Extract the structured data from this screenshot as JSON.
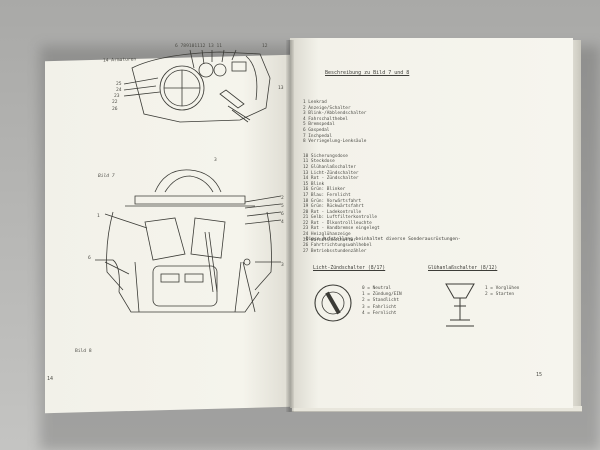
{
  "left_page": {
    "header": "14  Armaturen",
    "caption_top": "Bild 7",
    "caption_bottom": "Bild 8",
    "page_number": "14",
    "callouts_top_left": [
      "25",
      "24",
      "23",
      "22",
      "26"
    ],
    "callouts_top_row": "6 789101112 13 11",
    "callout_12": "12",
    "callout_13": "13",
    "callouts_bild8_right": [
      "2",
      "5",
      "6",
      "4",
      "3"
    ],
    "callout_top_3": "3",
    "callout_left_1": "1",
    "callout_left_6": "6"
  },
  "right_page": {
    "heading": "Beschreibung zu Bild 7 und 8",
    "legend": [
      "1   Lenkrad",
      "2   Anzeige/Schalter",
      "3   Blink-/Abblendschalter",
      "4   Fahrschalthebel",
      "5   Bremspedal",
      "6   Gaspedal",
      "7   Inchpedal",
      "8   Verriegelung-Lenksäule",
      "",
      "10  Sicherungsdose",
      "11  Steckdose",
      "12  Glühanlaßschalter",
      "13  Licht-Zündschalter",
      "14  Rot - Zündschalter",
      "15  Blink",
      "16  Grün: Blinker",
      "17  Blau: Fernlicht",
      "18  Grün: Vorwärtsfahrt",
      "19  Grün: Rückwärtsfahrt",
      "20  Rot - Ladekontrolle",
      "21  Gelb: Luftfilterkontrolle",
      "22  Rot - Ölkontrollleuchte",
      "23  Rot - Handbremse eingelegt",
      "24  Heizglühanzeige",
      "25  Warnblinkschalter",
      "26  Fahrtrichtungswahlhebel",
      "27  Betriebsstundenzähler"
    ],
    "note": "-Diese Aufstellung beinhaltet diverse Sonderausrüstungen-",
    "switch_left": {
      "title": "Licht-Zündschalter (8/17)",
      "positions": [
        "0 = Neutral",
        "1 = Zündung/EIN",
        "2 = Standlicht",
        "3 = Fahrlicht",
        "4 = Fernlicht"
      ]
    },
    "switch_right": {
      "title": "Glühanlaßschalter (8/12)",
      "positions": [
        "1 = Vorglühen",
        "2 = Starten"
      ]
    },
    "page_number": "15"
  }
}
